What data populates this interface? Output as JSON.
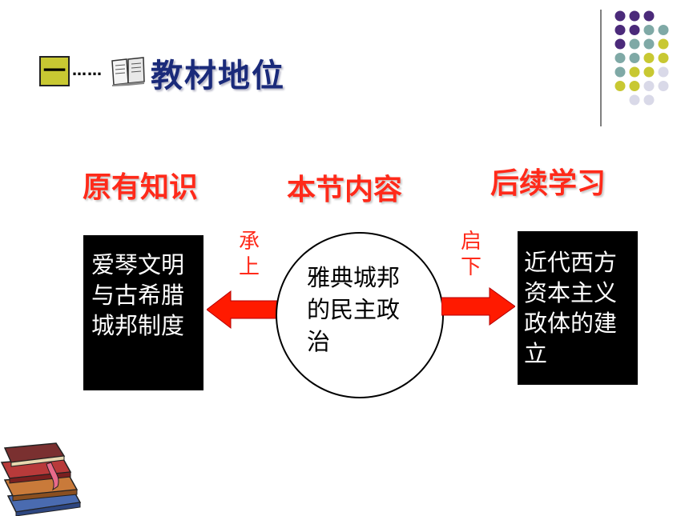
{
  "header": {
    "number": "一",
    "dots": "……",
    "title": "教材地位"
  },
  "sections": {
    "left_heading": "原有知识",
    "center_heading": "本节内容",
    "right_heading": "后续学习"
  },
  "left_box": {
    "lines": [
      "爱琴文明",
      "与古希腊",
      "城邦制度"
    ]
  },
  "center_circle": {
    "lines": [
      "雅典城邦",
      "的民主政",
      "治"
    ]
  },
  "right_box": {
    "lines": [
      "近代西方",
      "资本主义",
      "政体的建",
      "立"
    ]
  },
  "arrow_labels": {
    "left": [
      "承",
      "上"
    ],
    "right": [
      "启",
      "下"
    ]
  },
  "colors": {
    "heading": "#ff2a1a",
    "title": "#1a2a7a",
    "arrow": "#ff1a00",
    "number_box": "#c8c832",
    "dot_purple": "#4b2a7a",
    "dot_teal": "#7fa9a6",
    "dot_olive": "#c8c832",
    "dot_lavender": "#d9d9e8"
  },
  "icons": [
    "book-icon",
    "books-stack-icon"
  ]
}
